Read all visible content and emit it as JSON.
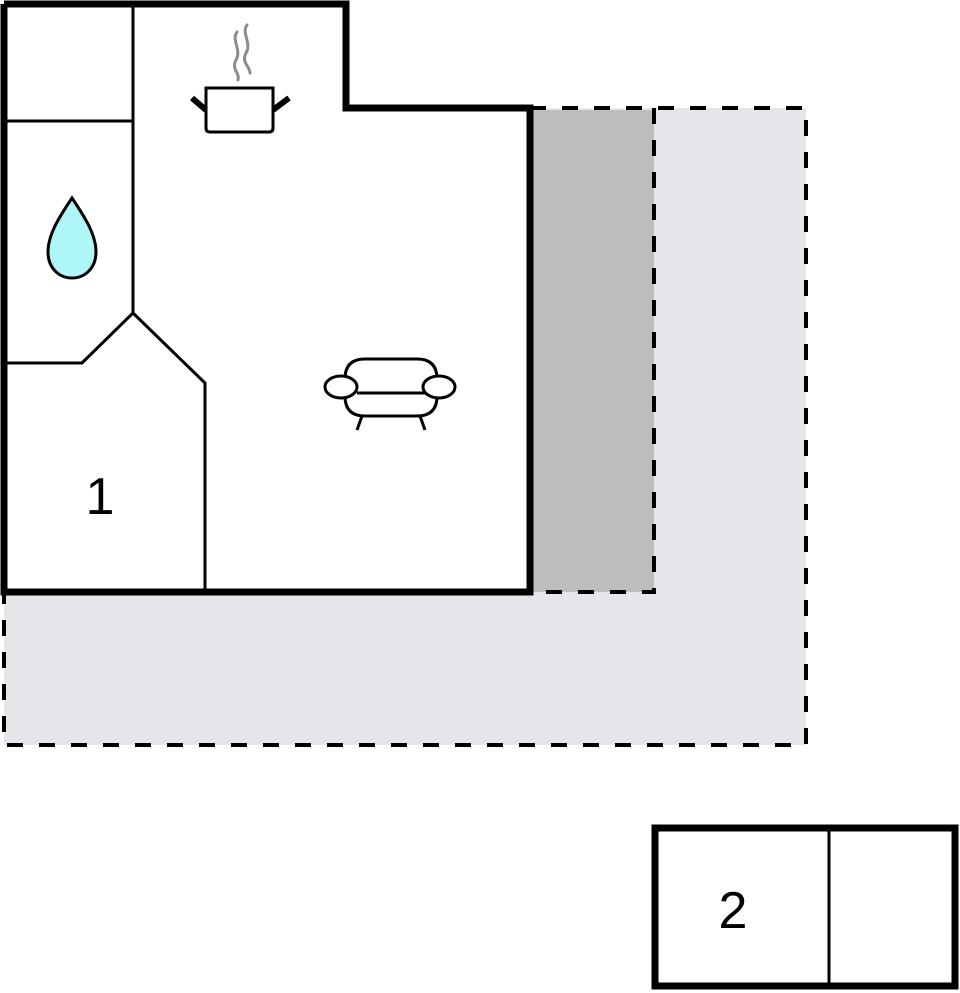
{
  "colors": {
    "wall": "#000000",
    "interior": "#ffffff",
    "terrace": "#e6e6ea",
    "covered_terrace": "#bdbdbe",
    "water_drop": "#aef6f8",
    "steam": "#8c8c8c"
  },
  "floorplan": {
    "main_building": {
      "rooms": [
        {
          "id": "storage",
          "label": ""
        },
        {
          "id": "bathroom",
          "label": "",
          "icon": "water-drop-icon"
        },
        {
          "id": "kitchen-living",
          "label": "",
          "icons": [
            "cooking-pot-icon",
            "sofa-icon"
          ]
        },
        {
          "id": "bedroom-1",
          "label": "1"
        }
      ]
    },
    "outdoor": {
      "covered_terrace": {
        "label": ""
      },
      "terrace": {
        "label": ""
      }
    },
    "annex": {
      "rooms": [
        {
          "id": "bedroom-2",
          "label": "2"
        },
        {
          "id": "annex-room",
          "label": ""
        }
      ]
    }
  }
}
